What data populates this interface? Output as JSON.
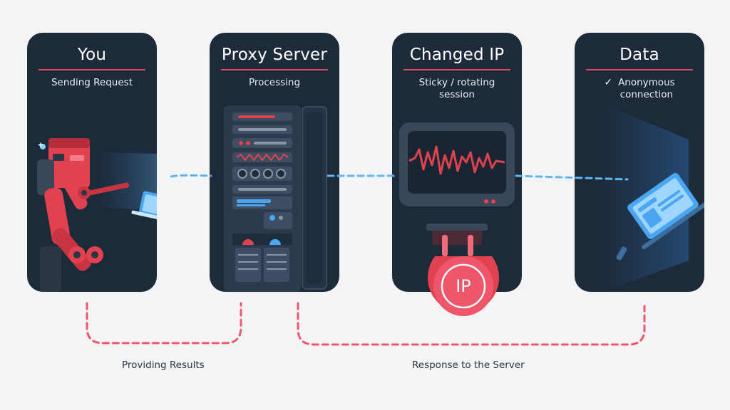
{
  "cards": [
    {
      "title": "You",
      "subtitle": "Sending Request"
    },
    {
      "title": "Proxy Server",
      "subtitle": "Processing"
    },
    {
      "title": "Changed IP",
      "subtitle": "Sticky / rotating\nsession"
    },
    {
      "title": "Data",
      "subtitle": "Anonymous\nconnection"
    }
  ],
  "ip_badge": "IP",
  "labels": {
    "providing_results": "Providing Results",
    "response_to_server": "Response to the Server"
  },
  "colors": {
    "card_bg": "#1c2a3a",
    "accent_red": "#e5485d",
    "link_blue": "#5fb6f0",
    "return_pink": "#f0566b"
  }
}
